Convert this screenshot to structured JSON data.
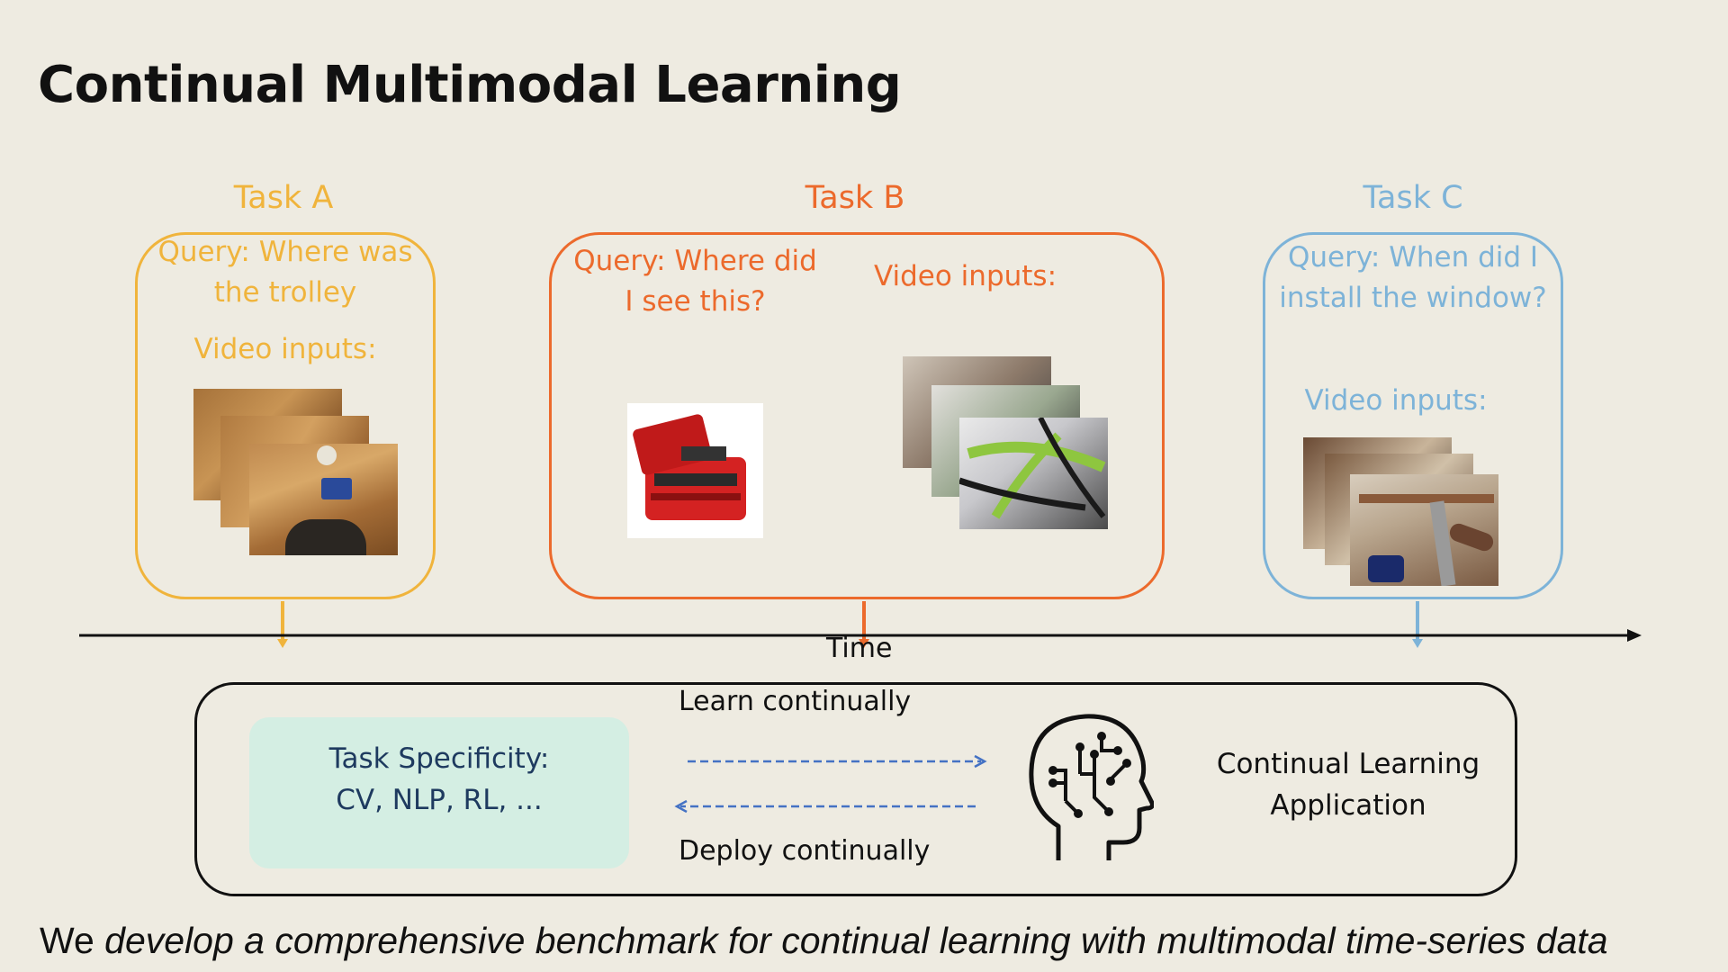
{
  "title": "Continual Multimodal Learning",
  "colors": {
    "task_a": "#f0b43c",
    "task_b": "#ec6a2c",
    "task_c": "#7db3d8",
    "background": "#eeebe1",
    "spec_fill": "#d4eee3",
    "spec_text": "#1e3a5f",
    "arrow_blue": "#4472c4"
  },
  "tasks": [
    {
      "label": "Task A",
      "query_line1": "Query: Where was",
      "query_line2": "the trolley",
      "video_label": "Video inputs:"
    },
    {
      "label": "Task B",
      "query_line1": "Query: Where did",
      "query_line2": "I see this?",
      "video_label": "Video inputs:"
    },
    {
      "label": "Task C",
      "query_line1": "Query: When did I",
      "query_line2": "install the window?",
      "video_label": "Video inputs:"
    }
  ],
  "timeline": {
    "label": "Time"
  },
  "bottom": {
    "spec_line1": "Task Specificity:",
    "spec_line2": "CV, NLP, RL, ...",
    "learn": "Learn continually",
    "deploy": "Deploy continually",
    "app_line1": "Continual Learning",
    "app_line2": "Application",
    "brain_icon": "brain-circuit-icon"
  },
  "footer": {
    "we": "We",
    "rest": " develop a comprehensive benchmark for continual learning with multimodal time-series data"
  }
}
